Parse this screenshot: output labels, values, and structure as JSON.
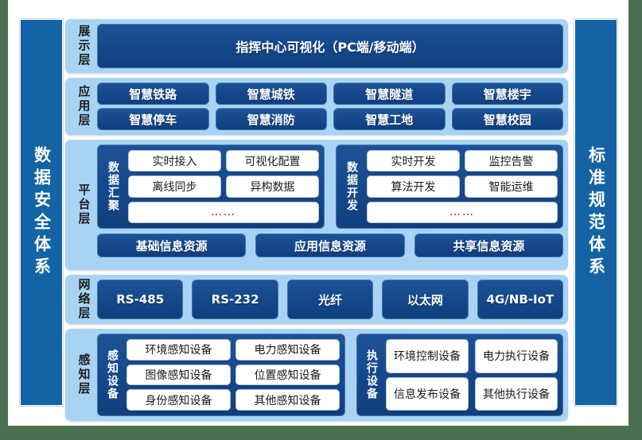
{
  "pillars": {
    "left": "数据安全体系",
    "right": "标准规范体系"
  },
  "colors": {
    "page_background": "#4a7050",
    "panel_background": "#ffffff",
    "band_background": "#a9d3f2",
    "block_dark_blue": "#14478a",
    "pillar_blue": "#1464a5",
    "block_white": "#ffffff"
  },
  "layers": {
    "display": {
      "label": "展示层",
      "items": [
        "指挥中心可视化（PC端/移动端）"
      ]
    },
    "application": {
      "label": "应用层",
      "row1": [
        "智慧铁路",
        "智慧城铁",
        "智慧隧道",
        "智慧楼宇"
      ],
      "row2": [
        "智慧停车",
        "智慧消防",
        "智慧工地",
        "智慧校园"
      ]
    },
    "platform": {
      "label": "平台层",
      "groups": [
        {
          "label": "数据汇聚",
          "row1": [
            "实时接入",
            "可视化配置"
          ],
          "row2": [
            "离线同步",
            "异构数据"
          ],
          "row3": [
            "……"
          ]
        },
        {
          "label": "数据开发",
          "row1": [
            "实时开发",
            "监控告警"
          ],
          "row2": [
            "算法开发",
            "智能运维"
          ],
          "row3": [
            "……"
          ]
        }
      ],
      "resources": [
        "基础信息资源",
        "应用信息资源",
        "共享信息资源"
      ]
    },
    "network": {
      "label": "网络层",
      "items": [
        "RS-485",
        "RS-232",
        "光纤",
        "以太网",
        "4G/NB-IoT"
      ]
    },
    "perception": {
      "label": "感知层",
      "groups": [
        {
          "label": "感知设备",
          "row1": [
            "环境感知设备",
            "电力感知设备"
          ],
          "row2": [
            "图像感知设备",
            "位置感知设备"
          ],
          "row3": [
            "身份感知设备",
            "其他感知设备"
          ]
        },
        {
          "label": "执行设备",
          "row1": [
            "环境控制设备",
            "电力执行设备"
          ],
          "row2": [
            "信息发布设备",
            "其他执行设备"
          ]
        }
      ]
    }
  }
}
